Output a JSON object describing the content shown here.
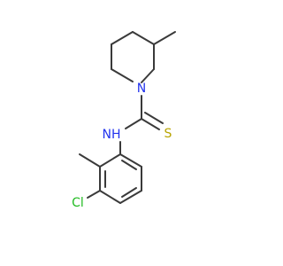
{
  "molecule": {
    "atoms": {
      "piperidine_n": "N",
      "amide_nh": "NH",
      "thione_s": "S",
      "chloro": "Cl"
    },
    "colors": {
      "bond": "#3a3a3a",
      "nitrogen": "#2233ee",
      "sulfur": "#b8a400",
      "chlorine": "#22bb22",
      "background": "#ffffff"
    }
  }
}
